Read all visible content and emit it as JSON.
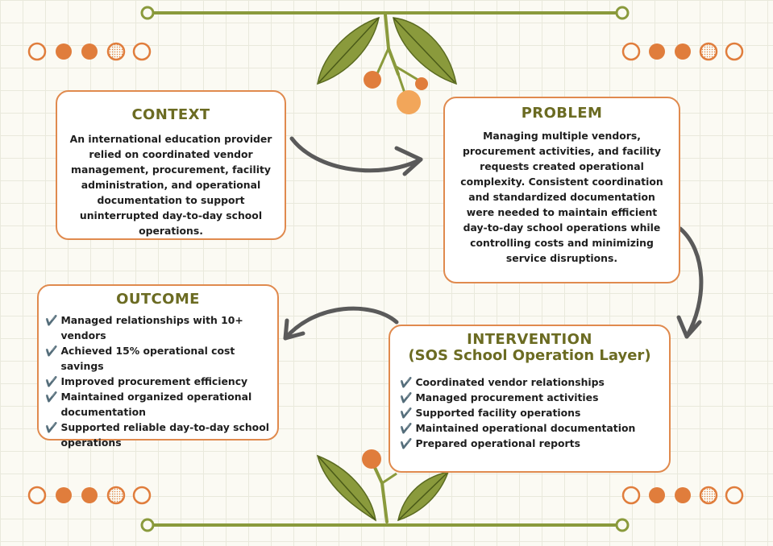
{
  "colors": {
    "card_border": "#e08a4e",
    "heading": "#6b6b22",
    "arrow": "#5a5a5a",
    "leaf": "#8a9a3c",
    "dot": "#e07d3c"
  },
  "icons": {
    "check": "✔️"
  },
  "context": {
    "title": "CONTEXT",
    "body": "An international education provider relied on coordinated vendor management, procurement, facility administration, and operational documentation to support uninterrupted day-to-day school operations."
  },
  "problem": {
    "title": "PROBLEM",
    "body": "Managing multiple vendors, procurement activities, and facility requests created operational complexity. Consistent coordination and standardized documentation were needed to maintain efficient day-to-day school operations while controlling costs and minimizing service disruptions."
  },
  "outcome": {
    "title": "OUTCOME",
    "items": [
      "Managed relationships with 10+ vendors",
      "Achieved 15% operational cost savings",
      "Improved procurement efficiency",
      "Maintained organized operational documentation",
      "Supported reliable day-to-day school operations"
    ]
  },
  "intervention": {
    "title": "INTERVENTION",
    "subtitle": "(SOS School Operation Layer)",
    "items": [
      "Coordinated vendor relationships",
      "Managed procurement activities",
      "Supported facility operations",
      "Maintained operational documentation",
      "Prepared operational reports"
    ]
  }
}
